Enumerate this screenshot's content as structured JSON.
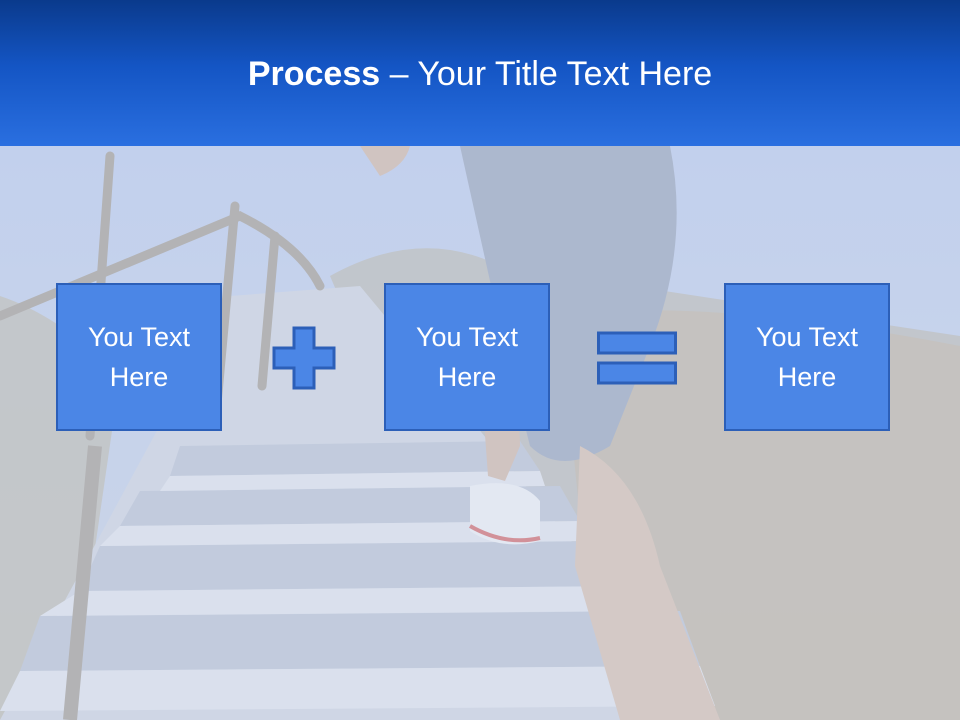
{
  "slide": {
    "title_bold": "Process",
    "title_rest": " – Your Title Text Here",
    "boxes": [
      {
        "label": "You Text Here"
      },
      {
        "label": "You Text Here"
      },
      {
        "label": "You Text Here"
      }
    ],
    "operators": [
      "plus-icon",
      "equals-icon"
    ]
  },
  "colors": {
    "header": "#1455c4",
    "box_fill": "#4b86e6",
    "box_border": "#2c5fb8",
    "text": "#ffffff"
  }
}
